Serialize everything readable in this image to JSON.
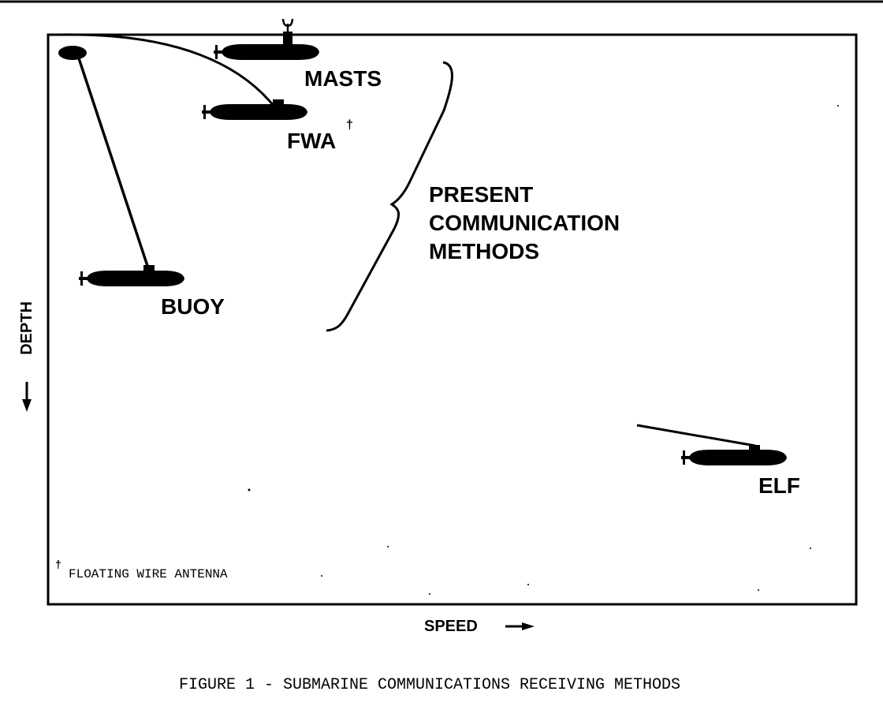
{
  "diagram": {
    "labels": {
      "masts": "MASTS",
      "fwa": "FWA",
      "fwa_mark": "†",
      "buoy": "BUOY",
      "elf": "ELF",
      "present": "PRESENT",
      "communication": "COMMUNICATION",
      "methods": "METHODS"
    },
    "axes": {
      "y_label": "DEPTH",
      "x_label": "SPEED"
    },
    "footnote": {
      "mark": "†",
      "text": "FLOATING WIRE ANTENNA"
    },
    "caption": "FIGURE 1 - SUBMARINE COMMUNICATIONS RECEIVING METHODS"
  },
  "colors": {
    "ink": "#000000",
    "background": "#ffffff"
  }
}
